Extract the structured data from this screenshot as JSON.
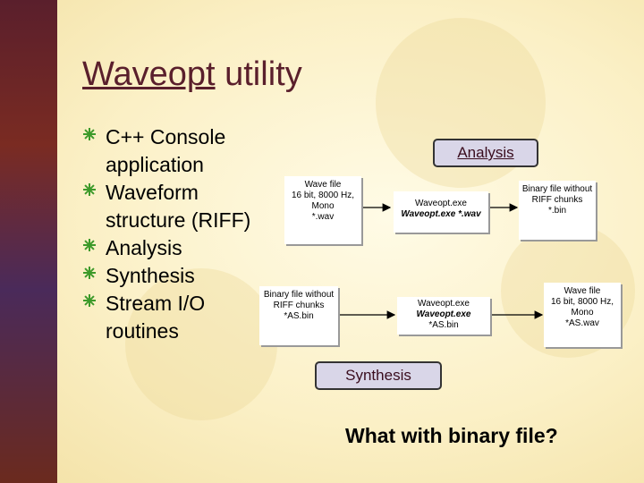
{
  "title": {
    "part1": "Waveopt",
    "part2": " utility"
  },
  "bullets": [
    "C++ Console application",
    "Waveform structure (RIFF)",
    "Analysis",
    "Synthesis",
    "Stream I/O routines"
  ],
  "diagram": {
    "analysis_label": "Analysis",
    "synthesis_label": "Synthesis",
    "row1": {
      "wave_file": [
        "Wave file",
        "16 bit, 8000 Hz,",
        "Mono",
        "*.wav"
      ],
      "program": [
        "Waveopt.exe",
        "Waveopt.exe  *.wav"
      ],
      "binary_file": [
        "Binary file without",
        "RIFF chunks",
        "*.bin"
      ]
    },
    "row2": {
      "binary_file": [
        "Binary file without",
        "RIFF chunks",
        "*AS.bin"
      ],
      "program": [
        "Waveopt.exe",
        "Waveopt.exe",
        "*AS.bin"
      ],
      "wave_file": [
        "Wave file",
        "16 bit, 8000 Hz,",
        "Mono",
        "*AS.wav"
      ]
    }
  },
  "footer_question": "What with binary file?",
  "colors": {
    "title": "#5a1f2c",
    "bullet_mark": "#3d9a2a",
    "callout_bg": "#d9d6e8"
  }
}
